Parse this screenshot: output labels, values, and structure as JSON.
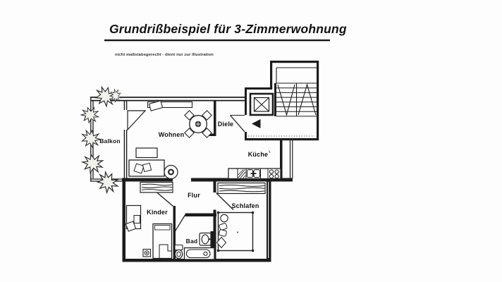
{
  "document": {
    "title": "Grundrißbeispiel für 3-Zimmerwohnung",
    "disclaimer": "nicht maßstabsgerecht - dient nur zur Illustration"
  },
  "rooms": {
    "balkon": "Balkon",
    "wohnen": "Wohnen",
    "diele": "Diele",
    "kueche": "Küche",
    "flur": "Flur",
    "kinder": "Kinder",
    "schlafen": "Schlafen",
    "bad": "Bad"
  },
  "colors": {
    "ink": "#1c1c1c",
    "paper": "#fdfdfd"
  }
}
